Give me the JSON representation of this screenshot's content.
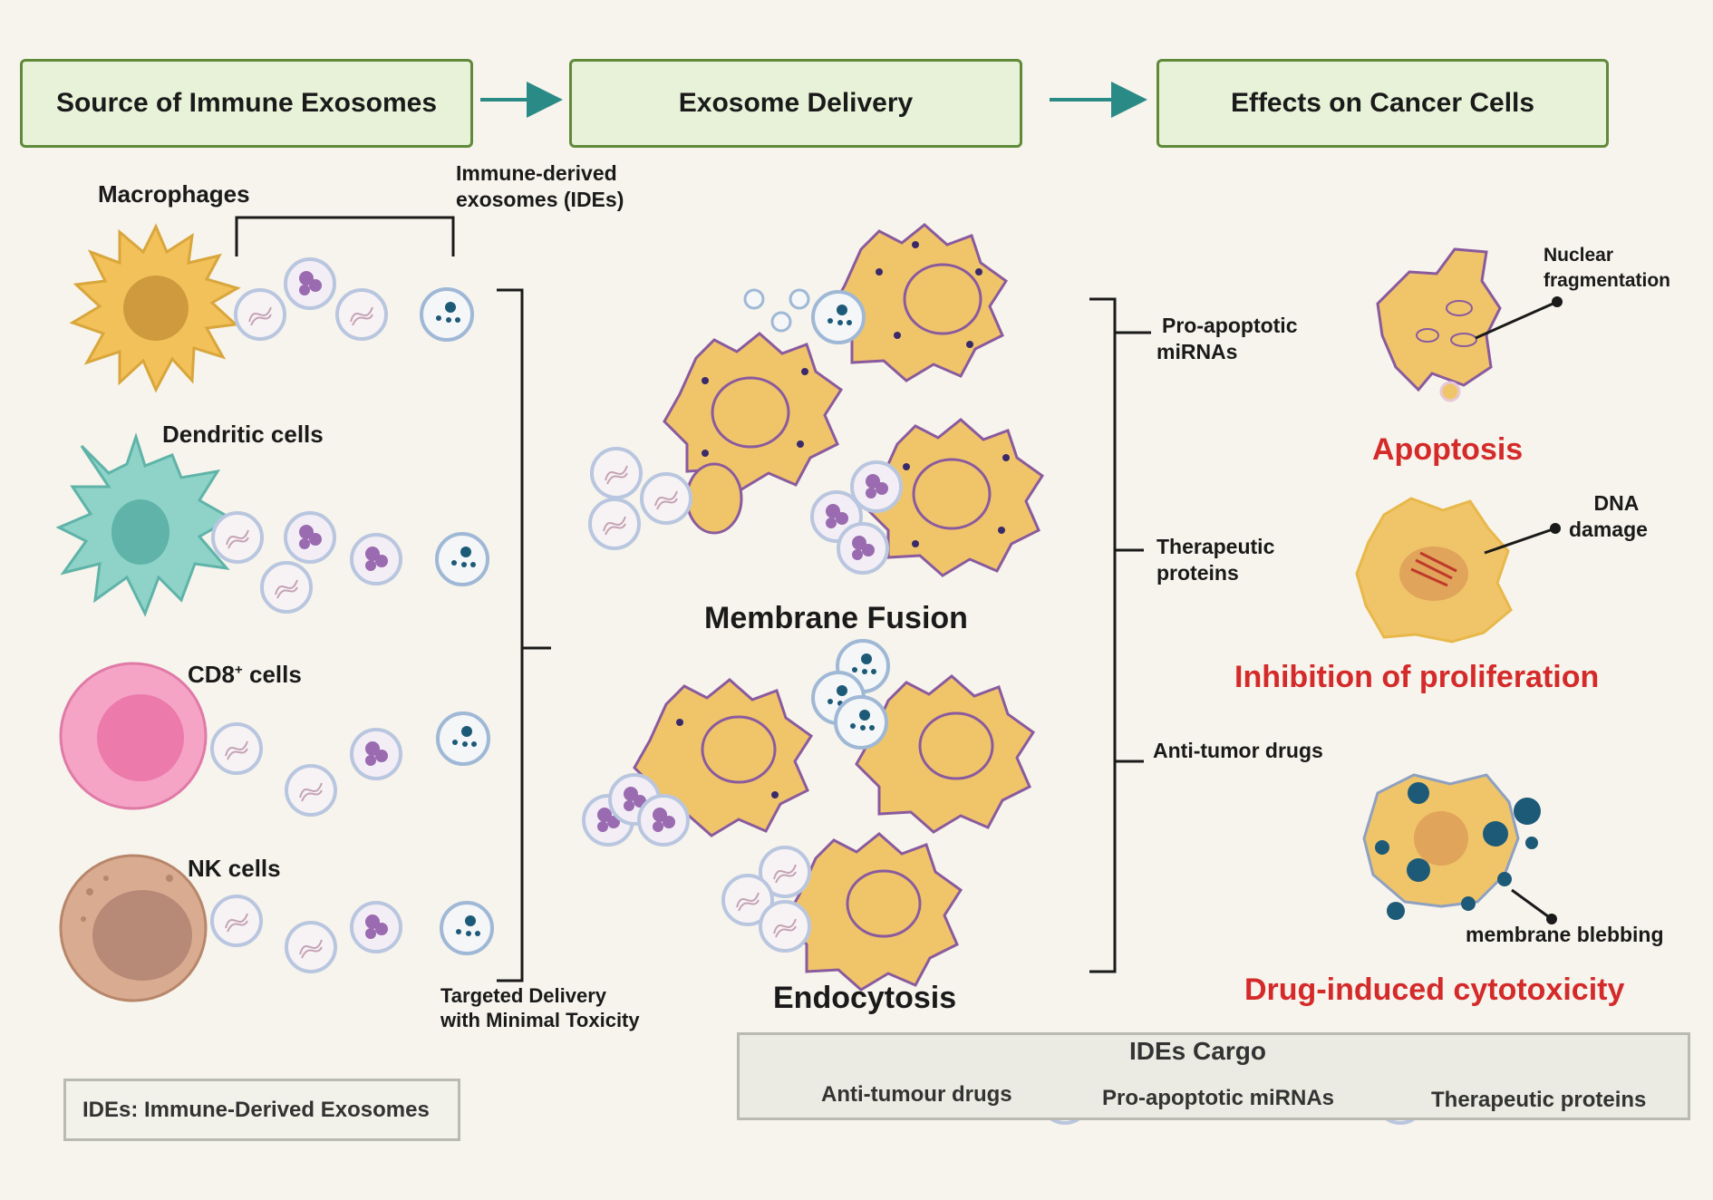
{
  "headers": {
    "source": "Source of Immune Exosomes",
    "delivery": "Exosome Delivery",
    "effects": "Effects on Cancer Cells"
  },
  "cells": {
    "macrophages": "Macrophages",
    "dendritic": "Dendritic cells",
    "cd8_main": "CD8",
    "cd8_sup": "+",
    "cd8_rest": " cells",
    "nk": "NK cells"
  },
  "ide_label_line1": "Immune-derived",
  "ide_label_line2": "exosomes (IDEs)",
  "targeted_line1": "Targeted Delivery",
  "targeted_line2": "with Minimal  Toxicity",
  "abbreviation": "IDEs: Immune-Derived Exosomes",
  "mechanisms": {
    "fusion": "Membrane Fusion",
    "endocytosis": "Endocytosis"
  },
  "cargo_branches": {
    "miRNA_line1": "Pro-apoptotic",
    "miRNA_line2": "miRNAs",
    "proteins_line1": "Therapeutic",
    "proteins_line2": "proteins",
    "drugs": "Anti-tumor drugs"
  },
  "effects": {
    "apoptosis": "Apoptosis",
    "nuclear_line1": "Nuclear",
    "nuclear_line2": "fragmentation",
    "proliferation": "Inhibition of proliferation",
    "dna_line1": "DNA",
    "dna_line2": "damage",
    "cytotoxicity": "Drug-induced cytotoxicity",
    "blebbing": "membrane blebbing"
  },
  "legend": {
    "title": "IDEs Cargo",
    "drugs": "Anti-tumour drugs",
    "mirna": "Pro-apoptotic  miRNAs",
    "proteins": "Therapeutic proteins"
  },
  "colors": {
    "header_fill": "#e8f2d8",
    "header_border": "#5f8a3a",
    "arrow": "#2a8a86",
    "effect_red": "#d42a2a",
    "cancer_cell": "#f0c56a",
    "macrophage": "#f2c15a",
    "dendritic": "#8fd3c8",
    "cd8": "#f49ac0",
    "nk": "#d9ac92",
    "protein": "#9a6bb0",
    "drug": "#1d5a78"
  },
  "icons": [
    "arrow-right-icon",
    "macrophage-icon",
    "dendritic-cell-icon",
    "cd8-cell-icon",
    "nk-cell-icon",
    "exosome-drug-icon",
    "exosome-mirna-icon",
    "exosome-protein-icon",
    "cancer-cell-icon",
    "bracket-icon"
  ]
}
